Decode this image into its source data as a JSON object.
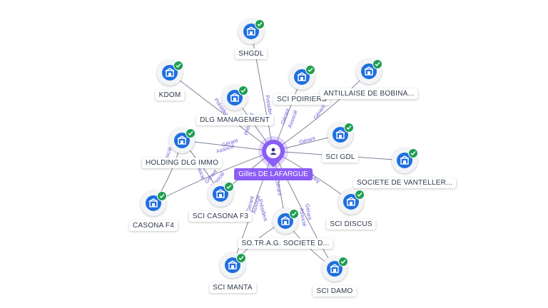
{
  "center": {
    "label": "Gilles DE LAFARGUE"
  },
  "nodes": [
    {
      "id": "shgdl",
      "label": "SHGDL"
    },
    {
      "id": "kdom",
      "label": "KDOM"
    },
    {
      "id": "dlg_management",
      "label": "DLG MANAGEMENT"
    },
    {
      "id": "sci_poiriers",
      "label": "SCI POIRIERS"
    },
    {
      "id": "antillaise",
      "label": "ANTILLAISE DE BOBINA..."
    },
    {
      "id": "holding_dlg_immo",
      "label": "HOLDING DLG IMMO"
    },
    {
      "id": "sci_gdl",
      "label": "SCI GDL"
    },
    {
      "id": "societe_vanteller",
      "label": "SOCIETE DE VANTELLER..."
    },
    {
      "id": "casona_f4",
      "label": "CASONA F4"
    },
    {
      "id": "sci_casona_f3",
      "label": "SCI CASONA F3"
    },
    {
      "id": "sci_discus",
      "label": "SCI DISCUS"
    },
    {
      "id": "sotrag",
      "label": "SO.TR.A.G. SOCIETE D..."
    },
    {
      "id": "sci_manta",
      "label": "SCI MANTA"
    },
    {
      "id": "sci_damo",
      "label": "SCI DAMO"
    }
  ],
  "edge_labels": {
    "president": "Président",
    "gerant": "Gérant",
    "associe": "Associé",
    "gerant_associe": "Gérant Associé"
  },
  "icons": {
    "node": "building-icon",
    "status": "check-icon",
    "center": "person-icon"
  },
  "colors": {
    "node_fill": "#1f6fe0",
    "check": "#1e9e52",
    "center": "#8b5cf6",
    "edge": "#7d8596",
    "edge_label": "#6b5bd6"
  }
}
